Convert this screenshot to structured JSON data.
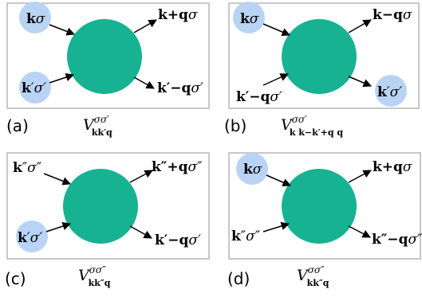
{
  "colors": {
    "frame": "#c8c8c8",
    "vertex_fill": "#17b292",
    "bubble_fill": "#b9d3f4",
    "arrow": "#000000"
  },
  "panels": [
    {
      "id": "a",
      "label": "(a)",
      "legs": [
        {
          "bold": "k",
          "rest": "σ"
        },
        {
          "bold": "k",
          "rest": "′σ′"
        },
        {
          "bold": "k+q",
          "rest": "σ"
        },
        {
          "bold": "k′−q",
          "rest": "σ′"
        }
      ],
      "vertex": {
        "main": "V",
        "sup": "σσ′",
        "sub": "kk′q"
      }
    },
    {
      "id": "b",
      "label": "(b)",
      "legs": [
        {
          "bold": "k",
          "rest": "σ"
        },
        {
          "bold": "k′−q",
          "rest": "σ′"
        },
        {
          "bold": "k−q",
          "rest": "σ"
        },
        {
          "bold": "k",
          "rest": "′σ′"
        }
      ],
      "vertex": {
        "main": "V",
        "sup": "σσ′",
        "sub": "k k−k′+q q"
      }
    },
    {
      "id": "c",
      "label": "(c)",
      "legs": [
        {
          "bold": "k",
          "rest": "″σ″"
        },
        {
          "bold": "k",
          "rest": "′σ′"
        },
        {
          "bold": "k″+q",
          "rest": "σ″"
        },
        {
          "bold": "k′−q",
          "rest": "σ′"
        }
      ],
      "vertex": {
        "main": "V",
        "sup": "σσ″",
        "sub": "kk″q"
      }
    },
    {
      "id": "d",
      "label": "(d)",
      "legs": [
        {
          "bold": "k",
          "rest": "σ"
        },
        {
          "bold": "k",
          "rest": "″σ″"
        },
        {
          "bold": "k+q",
          "rest": "σ"
        },
        {
          "bold": "k″−q",
          "rest": "σ″"
        }
      ],
      "vertex": {
        "main": "V",
        "sup": "σσ″",
        "sub": "kk″q"
      }
    }
  ]
}
